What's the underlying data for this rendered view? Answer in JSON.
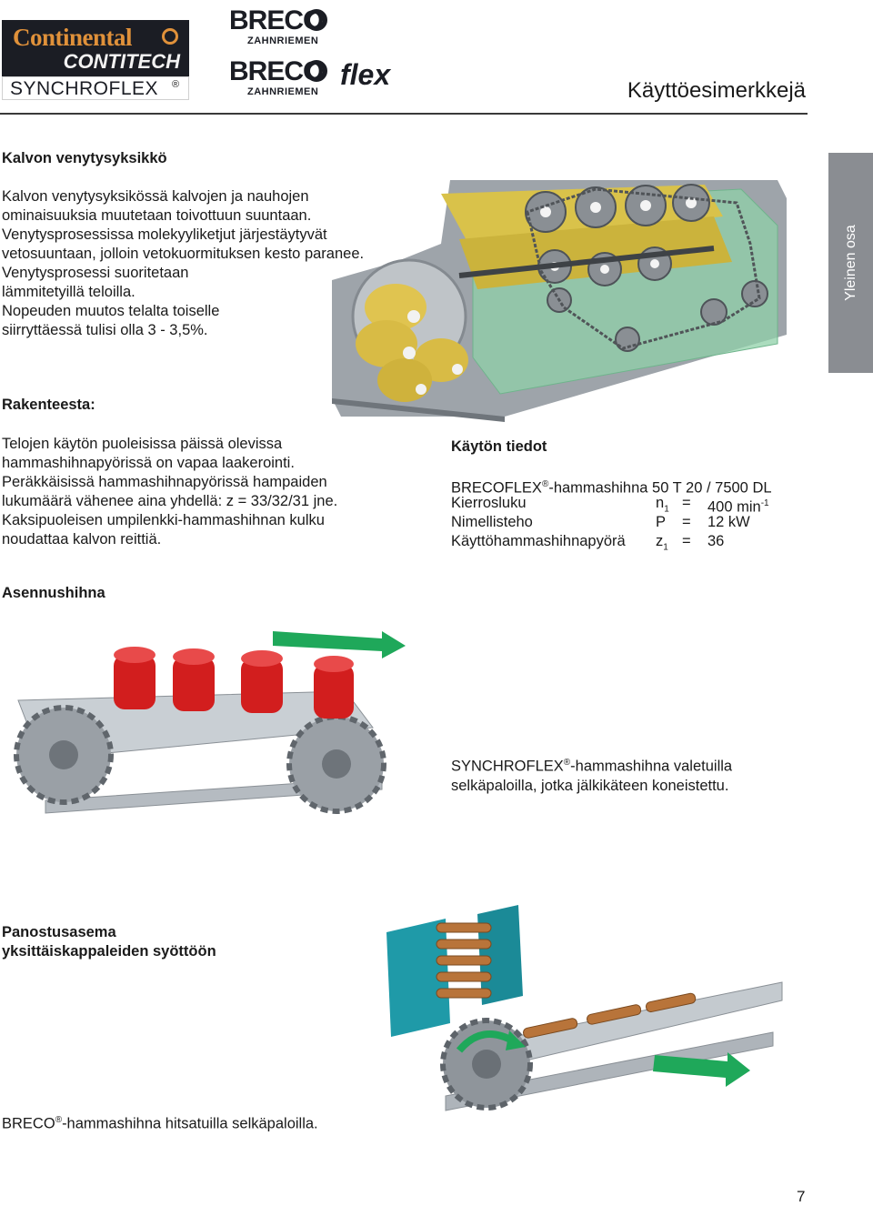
{
  "header": {
    "conti_logo_text": "Continental",
    "conti_tech_text": "CONTITECH",
    "synchroflex_logo_text": "SYNCHROFLEX",
    "breco_logo_text": "BRECO",
    "breco_sub_text": "ZAHNRIEMEN",
    "brecoflex_logo_text": "BRECO",
    "brecoflex_flex_text": "flex",
    "brecoflex_sub_text": "ZAHNRIEMEN",
    "page_title": "Käyttöesimerkkejä"
  },
  "side_tab": {
    "label": "Yleinen osa"
  },
  "section1": {
    "title": "Kalvon venytysyksikkö",
    "lines": [
      "Kalvon venytysyksikössä kalvojen ja nauhojen",
      "ominaisuuksia muutetaan toivottuun suuntaan.",
      "Venytysprosessissa molekyyliketjut järjestäytyvät",
      "vetosuuntaan, jolloin vetokuormituksen kesto paranee.",
      "Venytysprosessi suoritetaan",
      "lämmitetyillä teloilla.",
      "Nopeuden muutos telalta toiselle",
      "siirryttäessä tulisi olla 3 - 3,5%."
    ]
  },
  "construction": {
    "title": "Rakenteesta:",
    "lines": [
      "Telojen käytön puoleisissa päissä olevissa",
      "hammashihnapyörissä on vapaa laakerointi.",
      "Peräkkäisissä hammashihnapyörissä hampaiden",
      "lukumäärä vähenee aina yhdellä: z = 33/32/31 jne.",
      "Kaksipuoleisen umpilenkki-hammashihnan kulku",
      "noudattaa kalvon reittiä."
    ]
  },
  "drive": {
    "title": "Käytön tiedot",
    "belt_prefix": "BRECOFLEX",
    "belt_mark": "®",
    "belt_suffix": "-hammashihna 50 T 20 / 7500 DL",
    "rows": [
      {
        "label": "Kierrosluku",
        "sym": "n",
        "sub": "1",
        "eq": "=",
        "value": "400 min",
        "sup": "-1"
      },
      {
        "label": "Nimellisteho",
        "sym": "P",
        "sub": "",
        "eq": "=",
        "value": "12 kW",
        "sup": ""
      },
      {
        "label": "Käyttöhammashihnapyörä",
        "sym": "z",
        "sub": "1",
        "eq": "=",
        "value": "36",
        "sup": ""
      }
    ]
  },
  "section2": {
    "title": "Asennushihna",
    "caption_prefix": "SYNCHROFLEX",
    "caption_mark": "®",
    "caption_line1": "-hammashihna valetuilla",
    "caption_line2": "selkäpaloilla, jotka jälkikäteen koneistettu."
  },
  "section3": {
    "title_line1": "Panostusasema",
    "title_line2": "yksittäiskappaleiden syöttöön",
    "caption_prefix": "BRECO",
    "caption_mark": "®",
    "caption_suffix": "-hammashihna hitsatuilla selkäpaloilla."
  },
  "footer": {
    "page_number": "7"
  },
  "colors": {
    "side_tab": "#8a8d92",
    "roller_yellow": "#d9c24a",
    "frame_green": "#8fd0a8",
    "sprocket": "#8a8f94",
    "cylinder_red": "#d21e1e",
    "arrow_green": "#1fa85a",
    "feeder_teal": "#1f9aa8",
    "rod_brown": "#b8743a"
  }
}
